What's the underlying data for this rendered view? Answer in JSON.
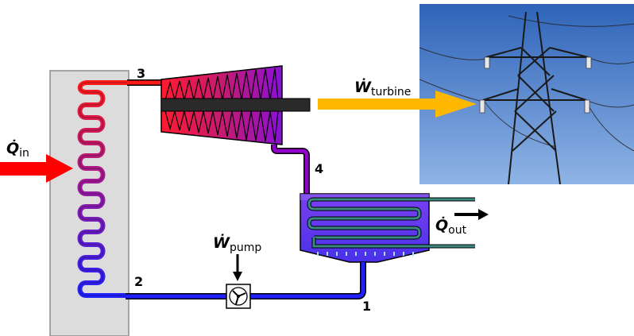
{
  "labels": {
    "state_1": "1",
    "state_2": "2",
    "state_3": "3",
    "state_4": "4",
    "q_in_symbol": "Q̇",
    "q_in_sub": "in",
    "q_out_symbol": "Q̇",
    "q_out_sub": "out",
    "w_turbine_symbol": "Ẇ",
    "w_turbine_sub": "turbine",
    "w_pump_symbol": "Ẇ",
    "w_pump_sub": "pump"
  },
  "colors": {
    "heat_in_arrow": "#ff0000",
    "work_out_arrow": "#ffb800",
    "hot_fluid": "#ff1a1a",
    "cold_fluid": "#2020ff",
    "mid_fluid": "#9000c8",
    "boiler_box": "#dcdcdc",
    "condenser_fill": "#6a3cf0",
    "coil": "#3a8a80",
    "sky": "#3f78cc"
  },
  "icons": {
    "pump": "pump-fan-icon",
    "pylon": "power-pylon-photo"
  }
}
